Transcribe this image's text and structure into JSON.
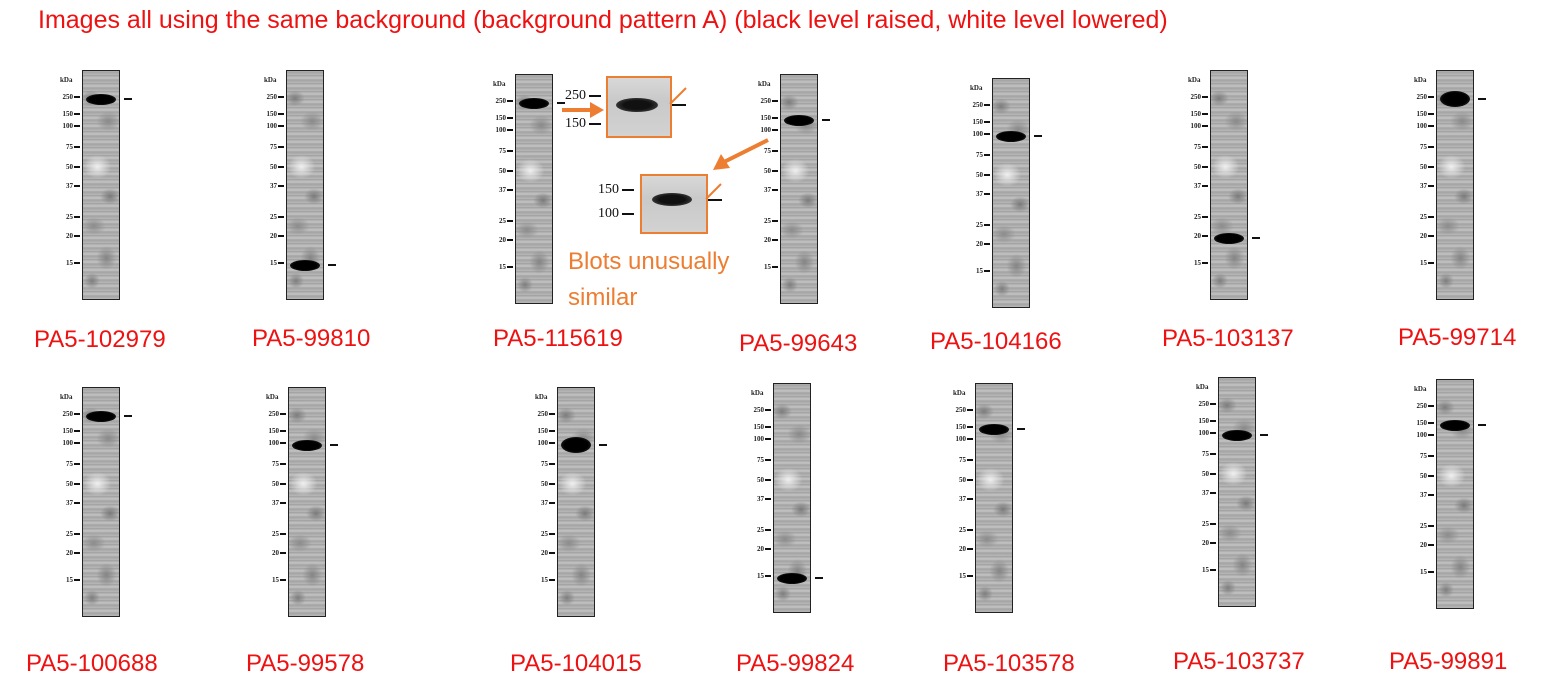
{
  "header": {
    "title": "Images all using the same background (background pattern A) (black level raised, white level lowered)"
  },
  "ladder": {
    "unit_label": "kDa",
    "markers": [
      "250",
      "150",
      "100",
      "75",
      "50",
      "37",
      "25",
      "20",
      "15"
    ]
  },
  "panels": [
    {
      "label": "PA5-102979",
      "band_kda": "250"
    },
    {
      "label": "PA5-99810",
      "band_kda": "15"
    },
    {
      "label": "PA5-115619",
      "band_kda": "250"
    },
    {
      "label": "PA5-99643",
      "band_kda": "150"
    },
    {
      "label": "PA5-104166",
      "band_kda": "100"
    },
    {
      "label": "PA5-103137",
      "band_kda": "20"
    },
    {
      "label": "PA5-99714",
      "band_kda": "250"
    },
    {
      "label": "PA5-100688",
      "band_kda": "250"
    },
    {
      "label": "PA5-99578",
      "band_kda": "100"
    },
    {
      "label": "PA5-104015",
      "band_kda": "100"
    },
    {
      "label": "PA5-99824",
      "band_kda": "15"
    },
    {
      "label": "PA5-103578",
      "band_kda": "150"
    },
    {
      "label": "PA5-103737",
      "band_kda": "100"
    },
    {
      "label": "PA5-99891",
      "band_kda": "150"
    }
  ],
  "insets": [
    {
      "markers": [
        "250",
        "150"
      ]
    },
    {
      "markers": [
        "150",
        "100"
      ]
    }
  ],
  "annotation": {
    "line1": "Blots unusually",
    "line2": "similar"
  },
  "colors": {
    "title": "#ee1111",
    "labels": "#ee1111",
    "annotation": "#ed7d31",
    "inset_border": "#ed7d31"
  }
}
